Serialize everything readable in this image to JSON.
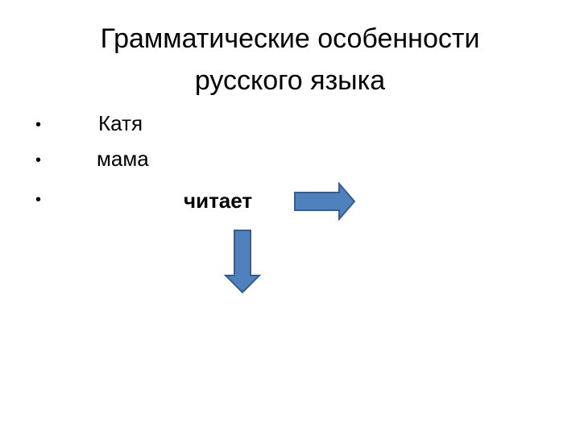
{
  "slide": {
    "title_line1": "Грамматические особенности",
    "title_line2": "русского языка",
    "items": [
      {
        "bullet": "•",
        "text": "Катя"
      },
      {
        "bullet": "•",
        "text": "мама"
      },
      {
        "bullet": "•",
        "text": "читает"
      }
    ],
    "arrows": [
      {
        "icon": "right-arrow-icon",
        "fill": "#4f81bd",
        "stroke": "#385d8a"
      },
      {
        "icon": "down-arrow-icon",
        "fill": "#4f81bd",
        "stroke": "#385d8a"
      }
    ]
  }
}
